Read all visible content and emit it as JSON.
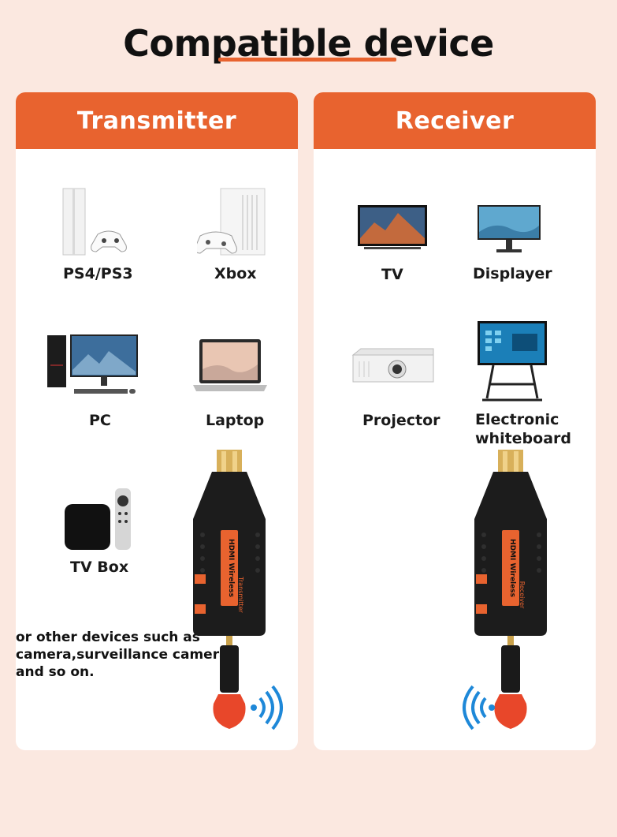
{
  "title": "Compatible device",
  "transmitter": {
    "heading": "Transmitter",
    "devices": [
      "PS4/PS3",
      "Xbox",
      "PC",
      "Laptop",
      "TV Box"
    ],
    "note": [
      "or other devices such as",
      "camera,surveillance camera",
      "and so on."
    ],
    "dongle_text": "HDMI Wireless",
    "dongle_role": "Transmitter"
  },
  "receiver": {
    "heading": "Receiver",
    "devices": [
      "TV",
      "Displayer",
      "Projector",
      "Electronic",
      "whiteboard"
    ],
    "dongle_text": "HDMI Wireless",
    "dongle_role": "Receiver"
  },
  "colors": {
    "accent": "#e8632f",
    "background": "#fbe8e0",
    "panel": "#ffffff",
    "wifi": "#1e88d8"
  }
}
